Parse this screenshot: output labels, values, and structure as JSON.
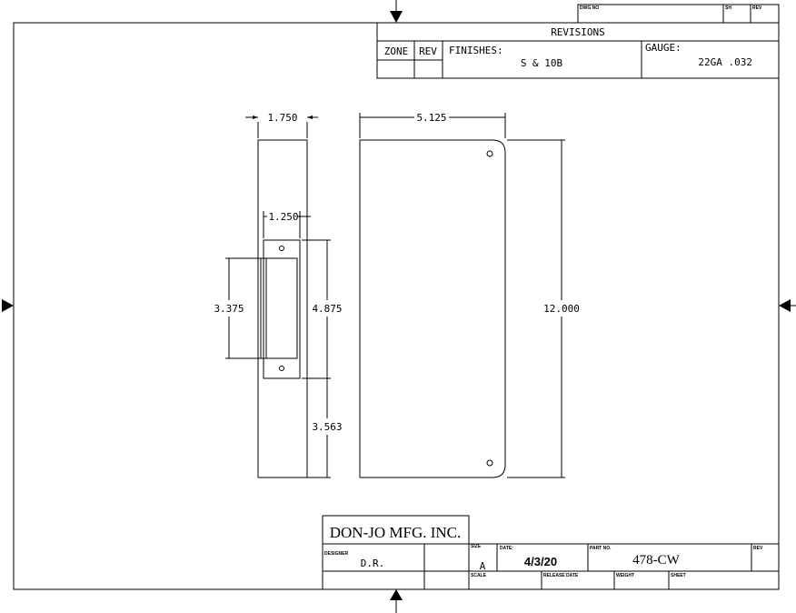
{
  "title_block_top": {
    "dwg_no_label": "DWG NO",
    "sh_label": "SH",
    "rev_label": "REV",
    "revisions_label": "REVISIONS",
    "zone_label": "ZONE",
    "rev_col_label": "REV",
    "finishes_label": "FINISHES:",
    "finishes_value": "S & 10B",
    "gauge_label": "GAUGE:",
    "gauge_value": "22GA .032"
  },
  "title_block_bottom": {
    "company": "DON-JO MFG. INC.",
    "designer_label": "DESIGNER",
    "designer_value": "D.R.",
    "size_label": "SIZE",
    "size_value": "A",
    "date_label": "DATE:",
    "date_value": "4/3/20",
    "part_no_label": "PART NO.",
    "part_no_value": "478-CW",
    "rev_label": "REV",
    "scale_label": "SCALE",
    "release_date_label": "RELEASE DATE",
    "weight_label": "WEIGHT",
    "sheet_label": "SHEET"
  },
  "dimensions": {
    "side_width": "1.750",
    "cutout_width": "1.250",
    "cutout_height": "3.375",
    "plate_height": "4.875",
    "bottom_offset": "3.563",
    "front_width": "5.125",
    "front_height": "12.000"
  }
}
